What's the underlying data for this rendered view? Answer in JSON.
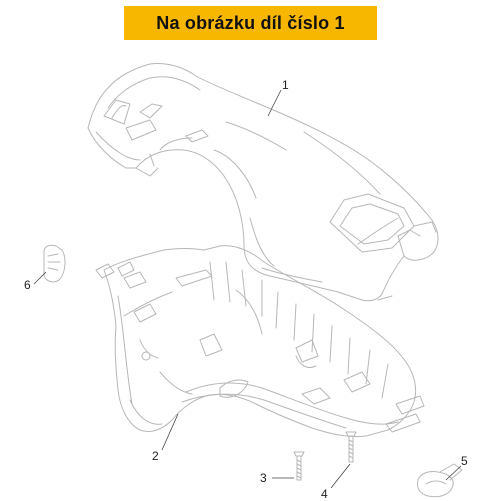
{
  "banner": {
    "text": "Na obrázku díl číslo 1",
    "background": "#f7b600"
  },
  "diagram": {
    "line_color": "#b7b7b7",
    "leader_color": "#444444",
    "callouts": [
      {
        "id": "1",
        "label": "1",
        "part": "upper-handlebar-cover"
      },
      {
        "id": "2",
        "label": "2",
        "part": "lower-handlebar-cover"
      },
      {
        "id": "3",
        "label": "3",
        "part": "screw"
      },
      {
        "id": "4",
        "label": "4",
        "part": "screw"
      },
      {
        "id": "5",
        "label": "5",
        "part": "clip"
      },
      {
        "id": "6",
        "label": "6",
        "part": "clip"
      }
    ]
  }
}
